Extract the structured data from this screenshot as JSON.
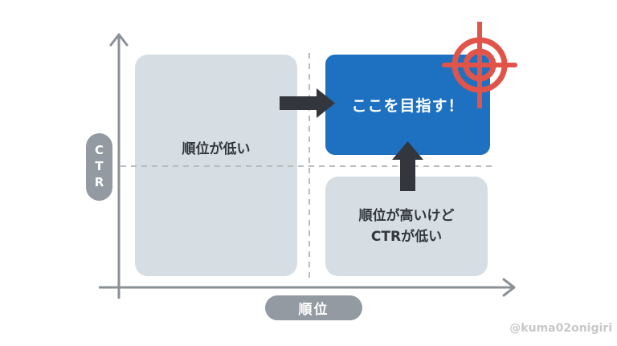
{
  "diagram_title": "CTR vs 順位 quadrant diagram",
  "axes": {
    "y_label": "CTR",
    "x_label": "順位"
  },
  "quadrants": {
    "low_rank": {
      "label": "順位が低い"
    },
    "goal": {
      "label": "ここを目指す！"
    },
    "high_rank_low_ctr": {
      "line1": "順位が高いけど",
      "line2": "CTRが低い"
    }
  },
  "icons": {
    "target": "crosshair-target-icon",
    "arrow_right": "arrow-right-icon",
    "arrow_up": "arrow-up-icon",
    "y_axis": "y-axis-arrow",
    "x_axis": "x-axis-arrow"
  },
  "watermark": "@kuma02onigiri",
  "colors": {
    "goal_box": "#1e70c1",
    "light_box": "#d6dde3",
    "axis_gray": "#8a9096",
    "label_pill": "#949aa1",
    "arrow_dark": "#33373d",
    "target_red": "#e0544a",
    "text_dark": "#32373e",
    "text_on_goal": "#ffffff",
    "dashed_line": "#b7bcc1",
    "watermark": "#c6c8ca"
  }
}
